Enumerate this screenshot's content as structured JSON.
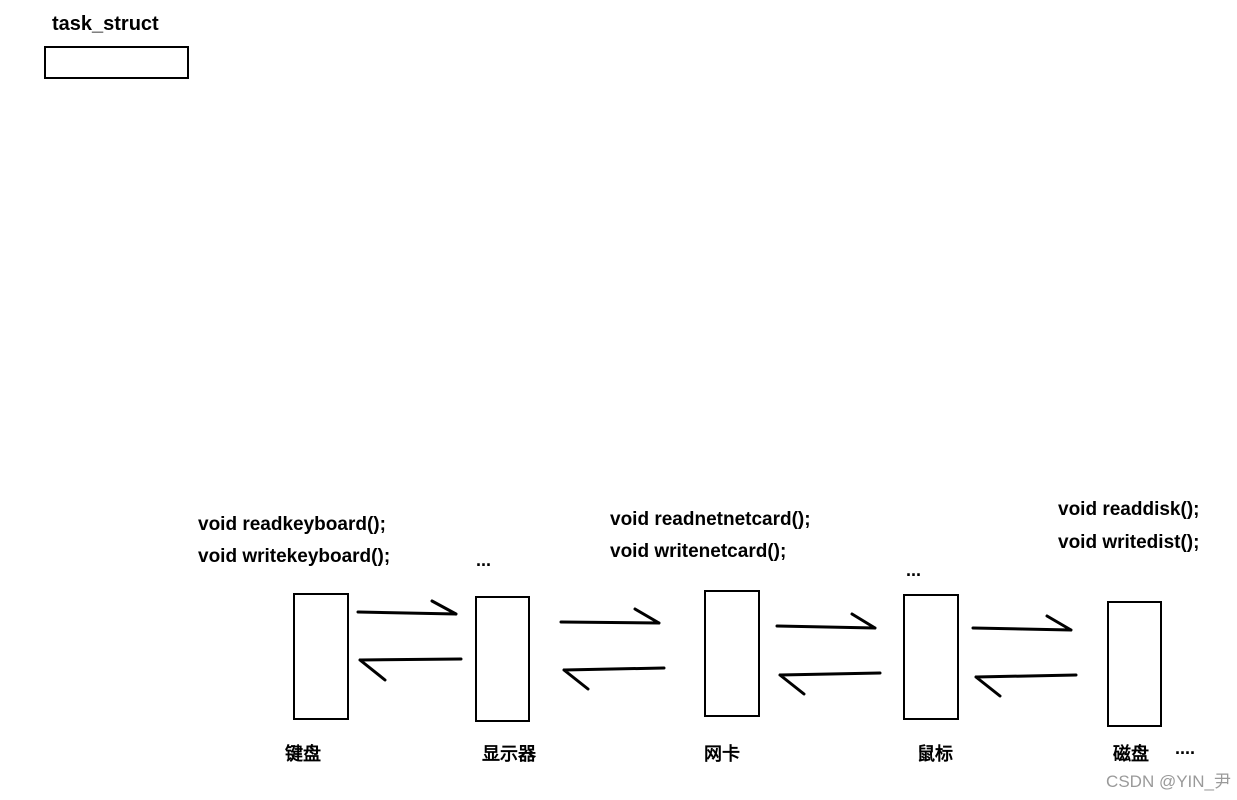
{
  "task_struct": {
    "label": "task_struct"
  },
  "devices": [
    {
      "id": "keyboard",
      "label": "键盘"
    },
    {
      "id": "display",
      "label": "显示器"
    },
    {
      "id": "netcard",
      "label": "网卡"
    },
    {
      "id": "mouse",
      "label": "鼠标"
    },
    {
      "id": "disk",
      "label": "磁盘"
    }
  ],
  "functions": {
    "keyboard": [
      "void readkeyboard();",
      "void writekeyboard();"
    ],
    "display": "...",
    "netcard": [
      "void readnetnetcard();",
      "void writenetcard();"
    ],
    "mouse": "...",
    "disk": [
      "void readdisk();",
      "void writedist();"
    ]
  },
  "trailing_ellipsis": "....",
  "watermark": "CSDN @YIN_尹"
}
